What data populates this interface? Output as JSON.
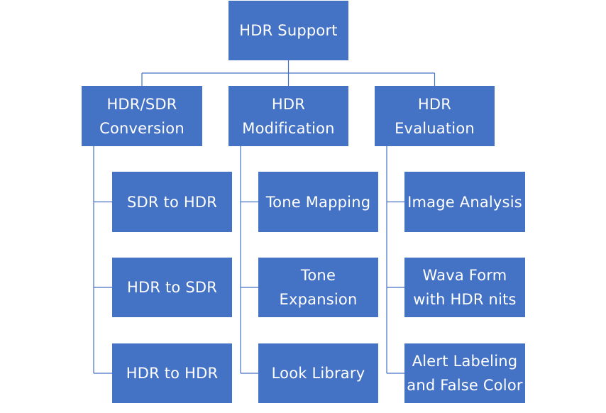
{
  "diagram": {
    "root": {
      "label": "HDR Support"
    },
    "categories": [
      {
        "label": "HDR/SDR\nConversion",
        "items": [
          "SDR to HDR",
          "HDR to SDR",
          "HDR to HDR"
        ]
      },
      {
        "label": "HDR\nModification",
        "items": [
          "Tone Mapping",
          "Tone Expansion",
          "Look Library"
        ]
      },
      {
        "label": "HDR Evaluation",
        "items": [
          "Image Analysis",
          "Wava Form\nwith HDR nits",
          "Alert Labeling\nand False Color"
        ]
      }
    ],
    "colors": {
      "box_fill": "#4472c4",
      "box_text": "#ffffff",
      "connector": "#4472c4"
    }
  }
}
